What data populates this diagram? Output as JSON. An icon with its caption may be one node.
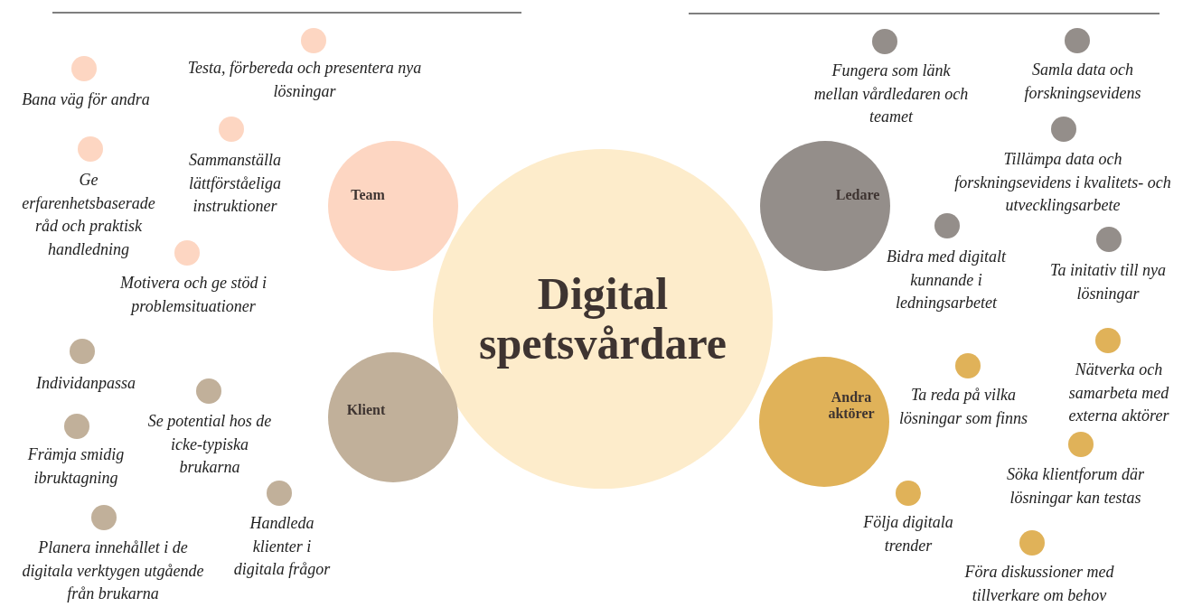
{
  "diagram": {
    "nodes": [
      {
        "text": [
          "Digital spetsvårdare"
        ]
      },
      {
        "text": [
          "Team"
        ]
      },
      {
        "text": [
          "Bana väg för andra"
        ]
      },
      {
        "text": [
          "Testa, förbereda och presentera nya lösningar"
        ]
      },
      {
        "text": [
          "Ge erfarenhetsbaserade råd och praktisk handledning"
        ]
      },
      {
        "text": [
          "Sammanställa lättförståeliga instruktioner"
        ]
      },
      {
        "text": [
          "Motivera och ge stöd i problemsituationer"
        ]
      },
      {
        "text": [
          "Ledare"
        ]
      },
      {
        "text": [
          "Fungera som länk mellan vårdledaren och teamet"
        ]
      },
      {
        "text": [
          "Samla data och forskningsevidens"
        ]
      },
      {
        "text": [
          "Tillämpa data och forskningsevidens i kvalitets- och utvecklingsarbete"
        ]
      },
      {
        "text": [
          "Bidra med digitalt kunnande i ledningsarbetet"
        ]
      },
      {
        "text": [
          "Ta initativ till nya lösningar"
        ]
      },
      {
        "text": [
          "Klient"
        ]
      },
      {
        "text": [
          "Individanpassa"
        ]
      },
      {
        "text": [
          "Se potential hos de icke-typiska brukarna"
        ]
      },
      {
        "text": [
          "Främja smidig ibruktagning"
        ]
      },
      {
        "text": [
          "Handleda klienter i digitala frågor"
        ]
      },
      {
        "text": [
          "Planera innehållet i de digitala verktygen utgående från brukarna"
        ]
      },
      {
        "text": [
          "Andra aktörer"
        ]
      },
      {
        "text": [
          "Ta reda på vilka lösningar som finns"
        ]
      },
      {
        "text": [
          "Nätverka och samarbeta med externa aktörer"
        ]
      },
      {
        "text": [
          "Söka klientforum där lösningar kan testas"
        ]
      },
      {
        "text": [
          "Följa digitala trender"
        ]
      },
      {
        "text": [
          "Föra diskussioner med tillverkare om behov"
        ]
      }
    ]
  }
}
